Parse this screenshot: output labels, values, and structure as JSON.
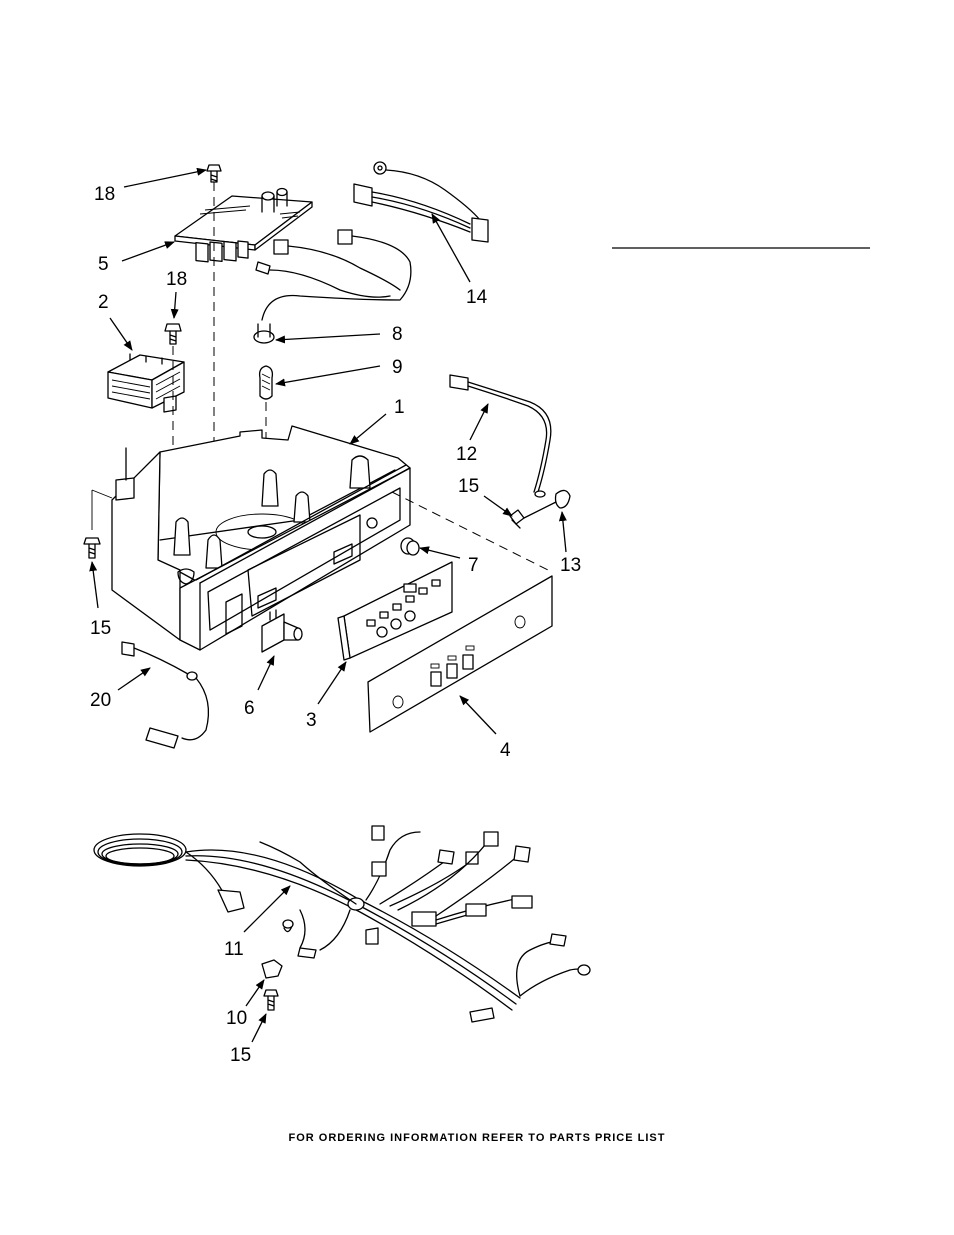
{
  "callouts": [
    {
      "id": "c18a",
      "text": "18"
    },
    {
      "id": "c5",
      "text": "5"
    },
    {
      "id": "c18b",
      "text": "18"
    },
    {
      "id": "c2",
      "text": "2"
    },
    {
      "id": "c14",
      "text": "14"
    },
    {
      "id": "c8",
      "text": "8"
    },
    {
      "id": "c9",
      "text": "9"
    },
    {
      "id": "c1",
      "text": "1"
    },
    {
      "id": "c12",
      "text": "12"
    },
    {
      "id": "c15a",
      "text": "15"
    },
    {
      "id": "c13",
      "text": "13"
    },
    {
      "id": "c7",
      "text": "7"
    },
    {
      "id": "c15b",
      "text": "15"
    },
    {
      "id": "c20",
      "text": "20"
    },
    {
      "id": "c6",
      "text": "6"
    },
    {
      "id": "c3",
      "text": "3"
    },
    {
      "id": "c4",
      "text": "4"
    },
    {
      "id": "c11",
      "text": "11"
    },
    {
      "id": "c10",
      "text": "10"
    },
    {
      "id": "c15c",
      "text": "15"
    }
  ],
  "footer": {
    "text": "FOR ORDERING INFORMATION REFER TO PARTS PRICE LIST"
  }
}
